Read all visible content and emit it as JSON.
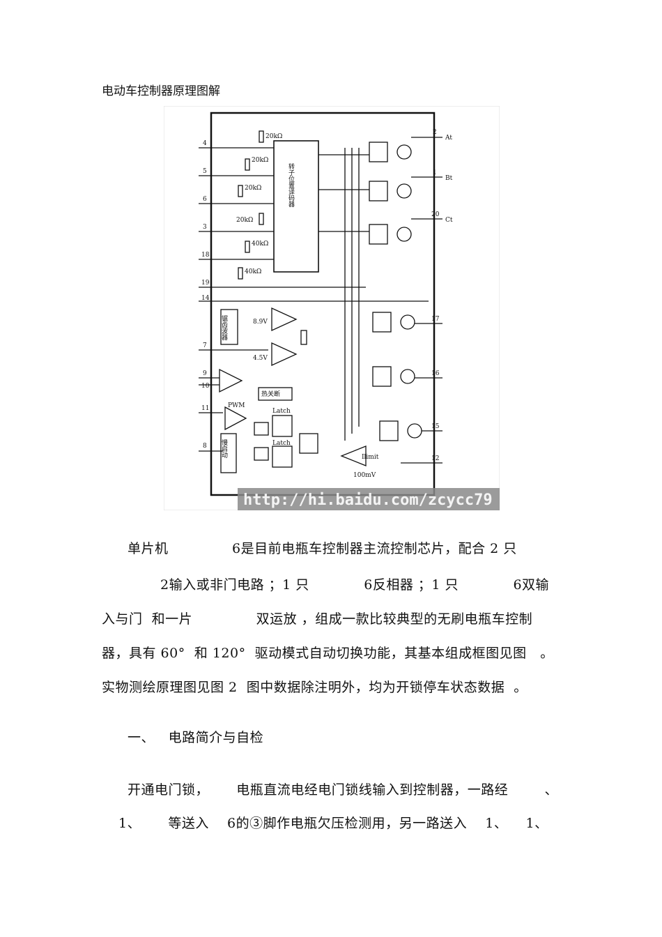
{
  "title": "电动车控制器原理图解",
  "figure": {
    "watermark": "http://hi.baidu.com/zcycc79",
    "pins": [
      "4",
      "5",
      "6",
      "3",
      "18",
      "19",
      "14",
      "7",
      "9",
      "10",
      "11",
      "8"
    ],
    "right_pins": [
      "2",
      "1",
      "20",
      "17",
      "16",
      "15",
      "12"
    ],
    "outputs": [
      "At",
      "Bt",
      "Ct"
    ],
    "resistors": [
      "20kΩ",
      "20kΩ",
      "20kΩ",
      "20kΩ",
      "40kΩ",
      "40kΩ"
    ],
    "decoder_label": "转子位置译码器",
    "osc_label": "锯齿波器",
    "latch_label": "Latch",
    "pwm_label": "PWM",
    "refs": [
      "8.9V",
      "4.5V"
    ],
    "ilimit": "Ilimit",
    "mv": "100mV",
    "shutdown": "热关断",
    "soft_start": "慢启动"
  },
  "paragraphs": {
    "l1": "单片机              6是目前电瓶车控制器主流控制芯片，配合 2 只",
    "l2": "2输入或非门电路 ；1 只            6反相器 ；1 只            6双输",
    "l3": "入与门  和一片              双运放 ，组成一款比较典型的无刷电瓶车控制",
    "l4": "器，具有 60°  和 120°  驱动模式自动切换功能，其基本组成框图见图   。",
    "l5": "实物测绘原理图见图 2  图中数据除注明外，均为开锁停车状态数据  。",
    "heading": "一、   电路简介与自检",
    "l6": "开通电门锁，      电瓶直流电经电门锁线输入到控制器，一路经        、",
    "l7": "1、      等送入    6的③脚作电瓶欠压检测用，另一路送入    1、    1、"
  }
}
